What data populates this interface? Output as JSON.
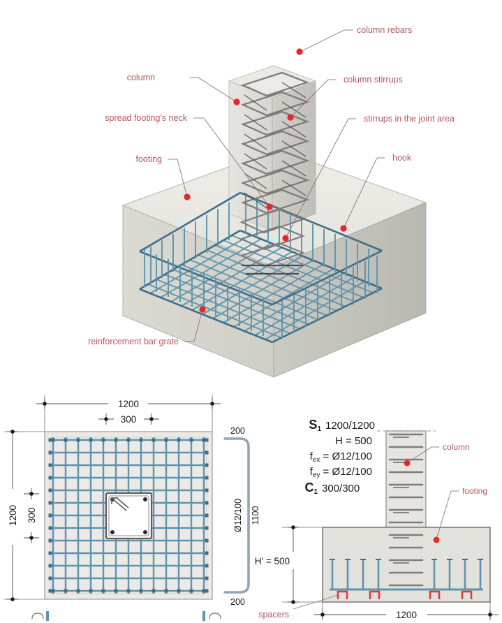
{
  "diagram": {
    "title_implicit": "Spread footing reinforcement detail",
    "callouts_3d": [
      {
        "id": "column-rebars",
        "label": "column rebars"
      },
      {
        "id": "column",
        "label": "column"
      },
      {
        "id": "column-stirrups",
        "label": "column stirrups"
      },
      {
        "id": "spread-footings-neck",
        "label": "spread footing's neck"
      },
      {
        "id": "stirrups-joint-area",
        "label": "stirrups in the joint area"
      },
      {
        "id": "footing",
        "label": "footing"
      },
      {
        "id": "hook",
        "label": "hook"
      },
      {
        "id": "reinforcement-bar-grate",
        "label": "reinforcement bar grate"
      }
    ],
    "callouts_section": [
      {
        "id": "column",
        "label": "column"
      },
      {
        "id": "footing",
        "label": "footing"
      }
    ],
    "callouts_detail": [
      {
        "id": "spacers",
        "label": "spacers"
      }
    ]
  },
  "plan_view": {
    "dim_top_overall": "1200",
    "dim_top_column": "300",
    "dim_left_overall": "1200",
    "dim_left_column": "300"
  },
  "bar_detail": {
    "leg_top": "200",
    "leg_bottom": "200",
    "bar_spec": "Ø12/100",
    "length": "1100"
  },
  "specs": {
    "footing_mark": "S",
    "footing_mark_sub": "1",
    "footing_size": "1200/1200",
    "height": "H = 500",
    "fex_name": "f",
    "fex_sub": "ex",
    "fex_value": " = Ø12/100",
    "fey_name": "f",
    "fey_sub": "ey",
    "fey_value": " = Ø12/100",
    "column_mark": "C",
    "column_mark_sub": "1",
    "column_size": "300/300"
  },
  "section_view": {
    "dim_height": "H' = 500",
    "dim_width": "1200"
  },
  "colors": {
    "label_red": "#b4585c",
    "marker_red": "#e8262a",
    "rebar_blue": "#5d93ad",
    "rebar_blue_dark": "#3f6f88",
    "steel_gray": "#7d7d7d",
    "concrete_light": "#e9e8e4",
    "concrete_mid": "#d9d8d2",
    "concrete_dark": "#c9c8c1",
    "spacer_red": "#e03a3a",
    "dim_black": "#1b1b1b",
    "background": "#ffffff"
  }
}
